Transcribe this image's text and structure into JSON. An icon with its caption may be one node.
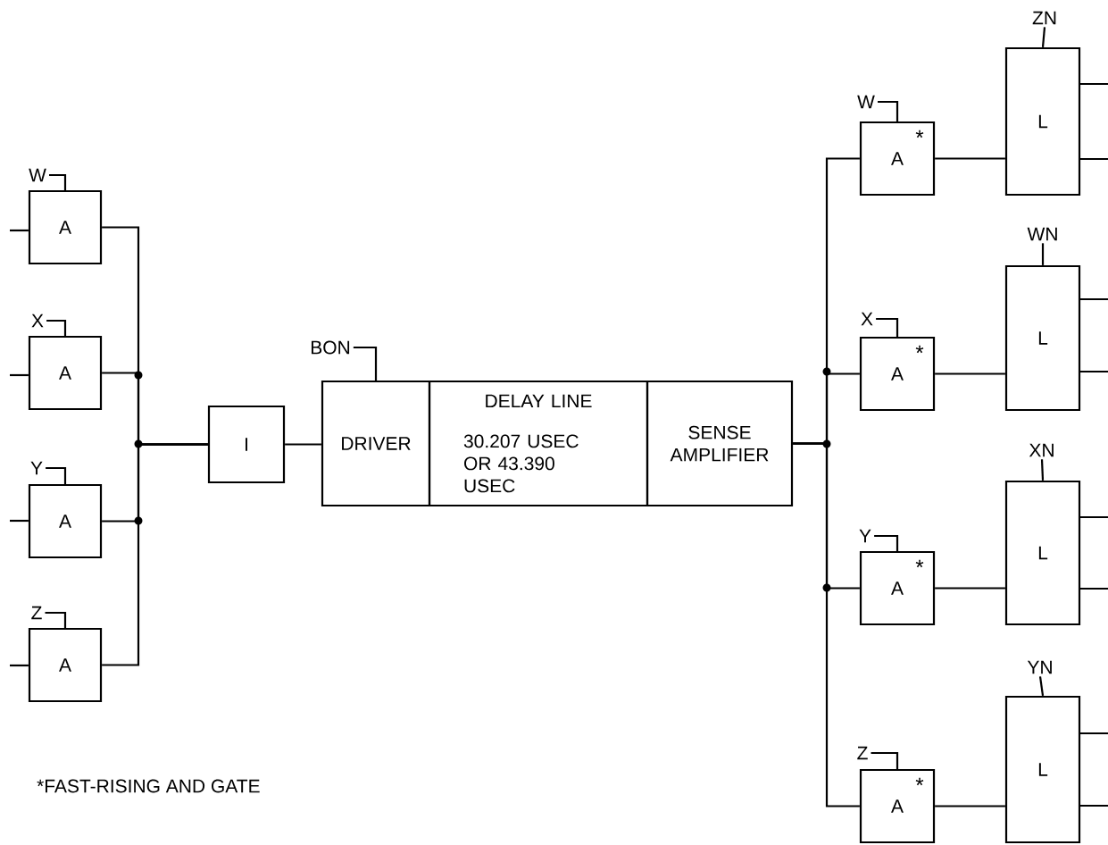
{
  "diagram": {
    "nodes": [
      {
        "text": [
          "A"
        ]
      },
      {
        "text": [
          "A"
        ]
      },
      {
        "text": [
          "A"
        ]
      },
      {
        "text": [
          "A"
        ]
      },
      {
        "text": [
          "I"
        ]
      },
      {
        "text": [
          "DRIVER"
        ]
      },
      {
        "text": [
          "DELAY LINE",
          "30.207 USEC OR 43.390 USEC"
        ]
      },
      {
        "text": [
          "SENSE AMPLIFIER"
        ]
      },
      {
        "text": [
          "A",
          "*"
        ]
      },
      {
        "text": [
          "A",
          "*"
        ]
      },
      {
        "text": [
          "A",
          "*"
        ]
      },
      {
        "text": [
          "A",
          "*"
        ]
      },
      {
        "text": [
          "L"
        ]
      },
      {
        "text": [
          "L"
        ]
      },
      {
        "text": [
          "L"
        ]
      },
      {
        "text": [
          "L"
        ]
      },
      {
        "text": [
          "W"
        ]
      },
      {
        "text": [
          "X"
        ]
      },
      {
        "text": [
          "Y"
        ]
      },
      {
        "text": [
          "Z"
        ]
      },
      {
        "text": [
          "BON"
        ]
      },
      {
        "text": [
          "W"
        ]
      },
      {
        "text": [
          "X"
        ]
      },
      {
        "text": [
          "Y"
        ]
      },
      {
        "text": [
          "Z"
        ]
      },
      {
        "text": [
          "ZN"
        ]
      },
      {
        "text": [
          "WN"
        ]
      },
      {
        "text": [
          "XN"
        ]
      },
      {
        "text": [
          "YN"
        ]
      }
    ],
    "edges": [
      {
        "from": null,
        "to": 0,
        "arrow": "none"
      },
      {
        "from": null,
        "to": 1,
        "arrow": "none"
      },
      {
        "from": null,
        "to": 2,
        "arrow": "none"
      },
      {
        "from": null,
        "to": 3,
        "arrow": "none"
      },
      {
        "from": 16,
        "to": 0,
        "arrow": "none"
      },
      {
        "from": 17,
        "to": 1,
        "arrow": "none"
      },
      {
        "from": 18,
        "to": 2,
        "arrow": "none"
      },
      {
        "from": 19,
        "to": 3,
        "arrow": "none"
      },
      {
        "from": 0,
        "to": 4,
        "arrow": "none"
      },
      {
        "from": 1,
        "to": 4,
        "arrow": "none"
      },
      {
        "from": 2,
        "to": 4,
        "arrow": "none"
      },
      {
        "from": 3,
        "to": 4,
        "arrow": "none"
      },
      {
        "from": 4,
        "to": 5,
        "arrow": "none"
      },
      {
        "from": 20,
        "to": 5,
        "arrow": "none"
      },
      {
        "from": 7,
        "to": 8,
        "arrow": "none"
      },
      {
        "from": 7,
        "to": 9,
        "arrow": "none"
      },
      {
        "from": 7,
        "to": 10,
        "arrow": "none"
      },
      {
        "from": 7,
        "to": 11,
        "arrow": "none"
      },
      {
        "from": 21,
        "to": 8,
        "arrow": "none"
      },
      {
        "from": 22,
        "to": 9,
        "arrow": "none"
      },
      {
        "from": 23,
        "to": 10,
        "arrow": "none"
      },
      {
        "from": 24,
        "to": 11,
        "arrow": "none"
      },
      {
        "from": 8,
        "to": 12,
        "arrow": "none"
      },
      {
        "from": 9,
        "to": 13,
        "arrow": "none"
      },
      {
        "from": 10,
        "to": 14,
        "arrow": "none"
      },
      {
        "from": 11,
        "to": 15,
        "arrow": "none"
      },
      {
        "from": 25,
        "to": 12,
        "arrow": "none"
      },
      {
        "from": 26,
        "to": 13,
        "arrow": "none"
      },
      {
        "from": 27,
        "to": 14,
        "arrow": "none"
      },
      {
        "from": 28,
        "to": 15,
        "arrow": "none"
      },
      {
        "from": 12,
        "to": null,
        "arrow": "none"
      },
      {
        "from": 12,
        "to": null,
        "arrow": "none"
      },
      {
        "from": 13,
        "to": null,
        "arrow": "none"
      },
      {
        "from": 13,
        "to": null,
        "arrow": "none"
      },
      {
        "from": 14,
        "to": null,
        "arrow": "none"
      },
      {
        "from": 14,
        "to": null,
        "arrow": "none"
      },
      {
        "from": 15,
        "to": null,
        "arrow": "none"
      },
      {
        "from": 15,
        "to": null,
        "arrow": "none"
      }
    ],
    "labels": [
      "*FAST-RISING AND GATE"
    ]
  }
}
